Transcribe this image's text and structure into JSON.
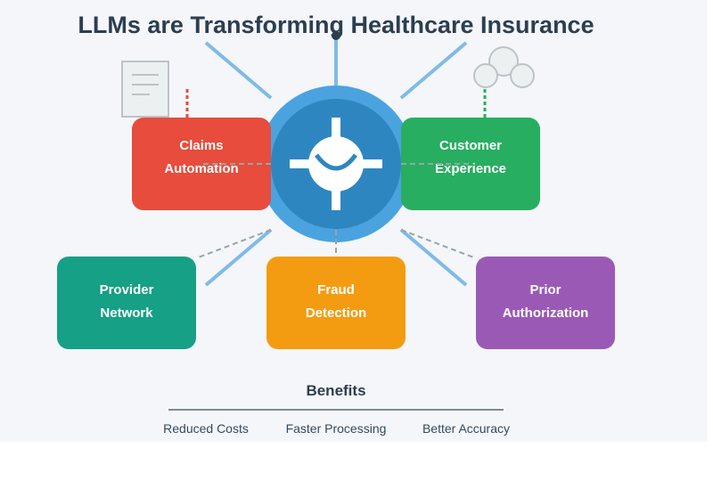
{
  "title": "LLMs are Transforming Healthcare Insurance",
  "nodes": {
    "claims": {
      "line1": "Claims",
      "line2": "Automation",
      "color": "#e74c3c"
    },
    "customer": {
      "line1": "Customer",
      "line2": "Experience",
      "color": "#27ae60"
    },
    "provider": {
      "line1": "Provider",
      "line2": "Network",
      "color": "#16a085"
    },
    "fraud": {
      "line1": "Fraud",
      "line2": "Detection",
      "color": "#f39c12"
    },
    "prior": {
      "line1": "Prior",
      "line2": "Authorization",
      "color": "#9b59b6"
    }
  },
  "hub": {
    "icon": "llm-hub-icon",
    "outer_color": "#4aa3df",
    "inner_color": "#2e86c1"
  },
  "benefits": {
    "title": "Benefits",
    "items": [
      "Reduced Costs",
      "Faster Processing",
      "Better Accuracy"
    ]
  }
}
